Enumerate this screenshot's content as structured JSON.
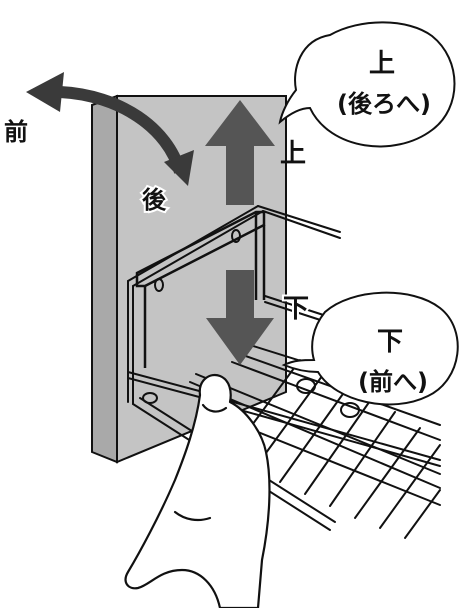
{
  "labels": {
    "front": "前",
    "back": "後",
    "up": "上",
    "down": "下"
  },
  "callouts": {
    "up": {
      "line1": "上",
      "line2": "(後ろへ)"
    },
    "down": {
      "line1": "下",
      "line2": "(前へ)"
    }
  },
  "colors": {
    "wall": "#c4c4c4",
    "arrow": "#555555",
    "line": "#111111",
    "background": "#ffffff"
  }
}
